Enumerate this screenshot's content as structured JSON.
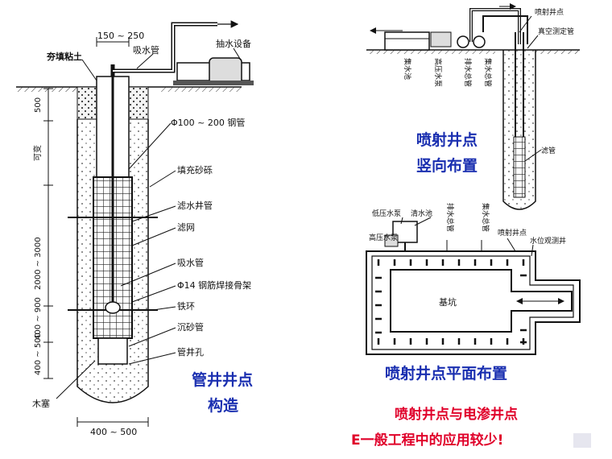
{
  "left": {
    "top_dim": "150 ~ 250",
    "labels": {
      "fill_clay": "夯填粘土",
      "suction_pipe_top": "吸水管",
      "pump_equipment": "抽水设备",
      "steel_pipe": "Φ100 ~ 200 钢管",
      "gravel": "填充砂砾",
      "filter_well_pipe": "滤水井管",
      "filter_mesh": "滤网",
      "suction_pipe": "吸水管",
      "rebar_frame": "Φ14 钢筋焊接骨架",
      "iron_ring": "铁环",
      "sand_pipe": "沉砂管",
      "well_hole": "管井孔",
      "wood_plug": "木塞"
    },
    "left_dims": [
      "500",
      "可变",
      "2000 ~ 3000",
      "400 ~ 900",
      "400 ~ 500"
    ],
    "bottom_dim": "400 ~ 500",
    "title_line1": "管井井点",
    "title_line2": "构造"
  },
  "right_top": {
    "labels": {
      "jet_point": "喷射井点",
      "vacuum_pipe": "真空测定管",
      "filter_pipe": "滤管",
      "pool": "集水池",
      "hp_pump": "高压水泵",
      "drain_main": "排水总管",
      "collect_main": "集水总管"
    },
    "title_line1": "喷射井点",
    "title_line2": "竖向布置"
  },
  "right_bottom": {
    "labels": {
      "lp_pump": "低压水泵",
      "clean_pool": "清水池",
      "hp_pump": "高压水泵",
      "drain_main": "排水总管",
      "collect_main": "集水总管",
      "jet_point": "喷射井点",
      "observe_well": "水位观测井",
      "pit": "基坑"
    },
    "title": "喷射井点平面布置"
  },
  "note_line1": "喷射井点与电渗井点",
  "note_line2": "E一般工程中的应用较少!"
}
